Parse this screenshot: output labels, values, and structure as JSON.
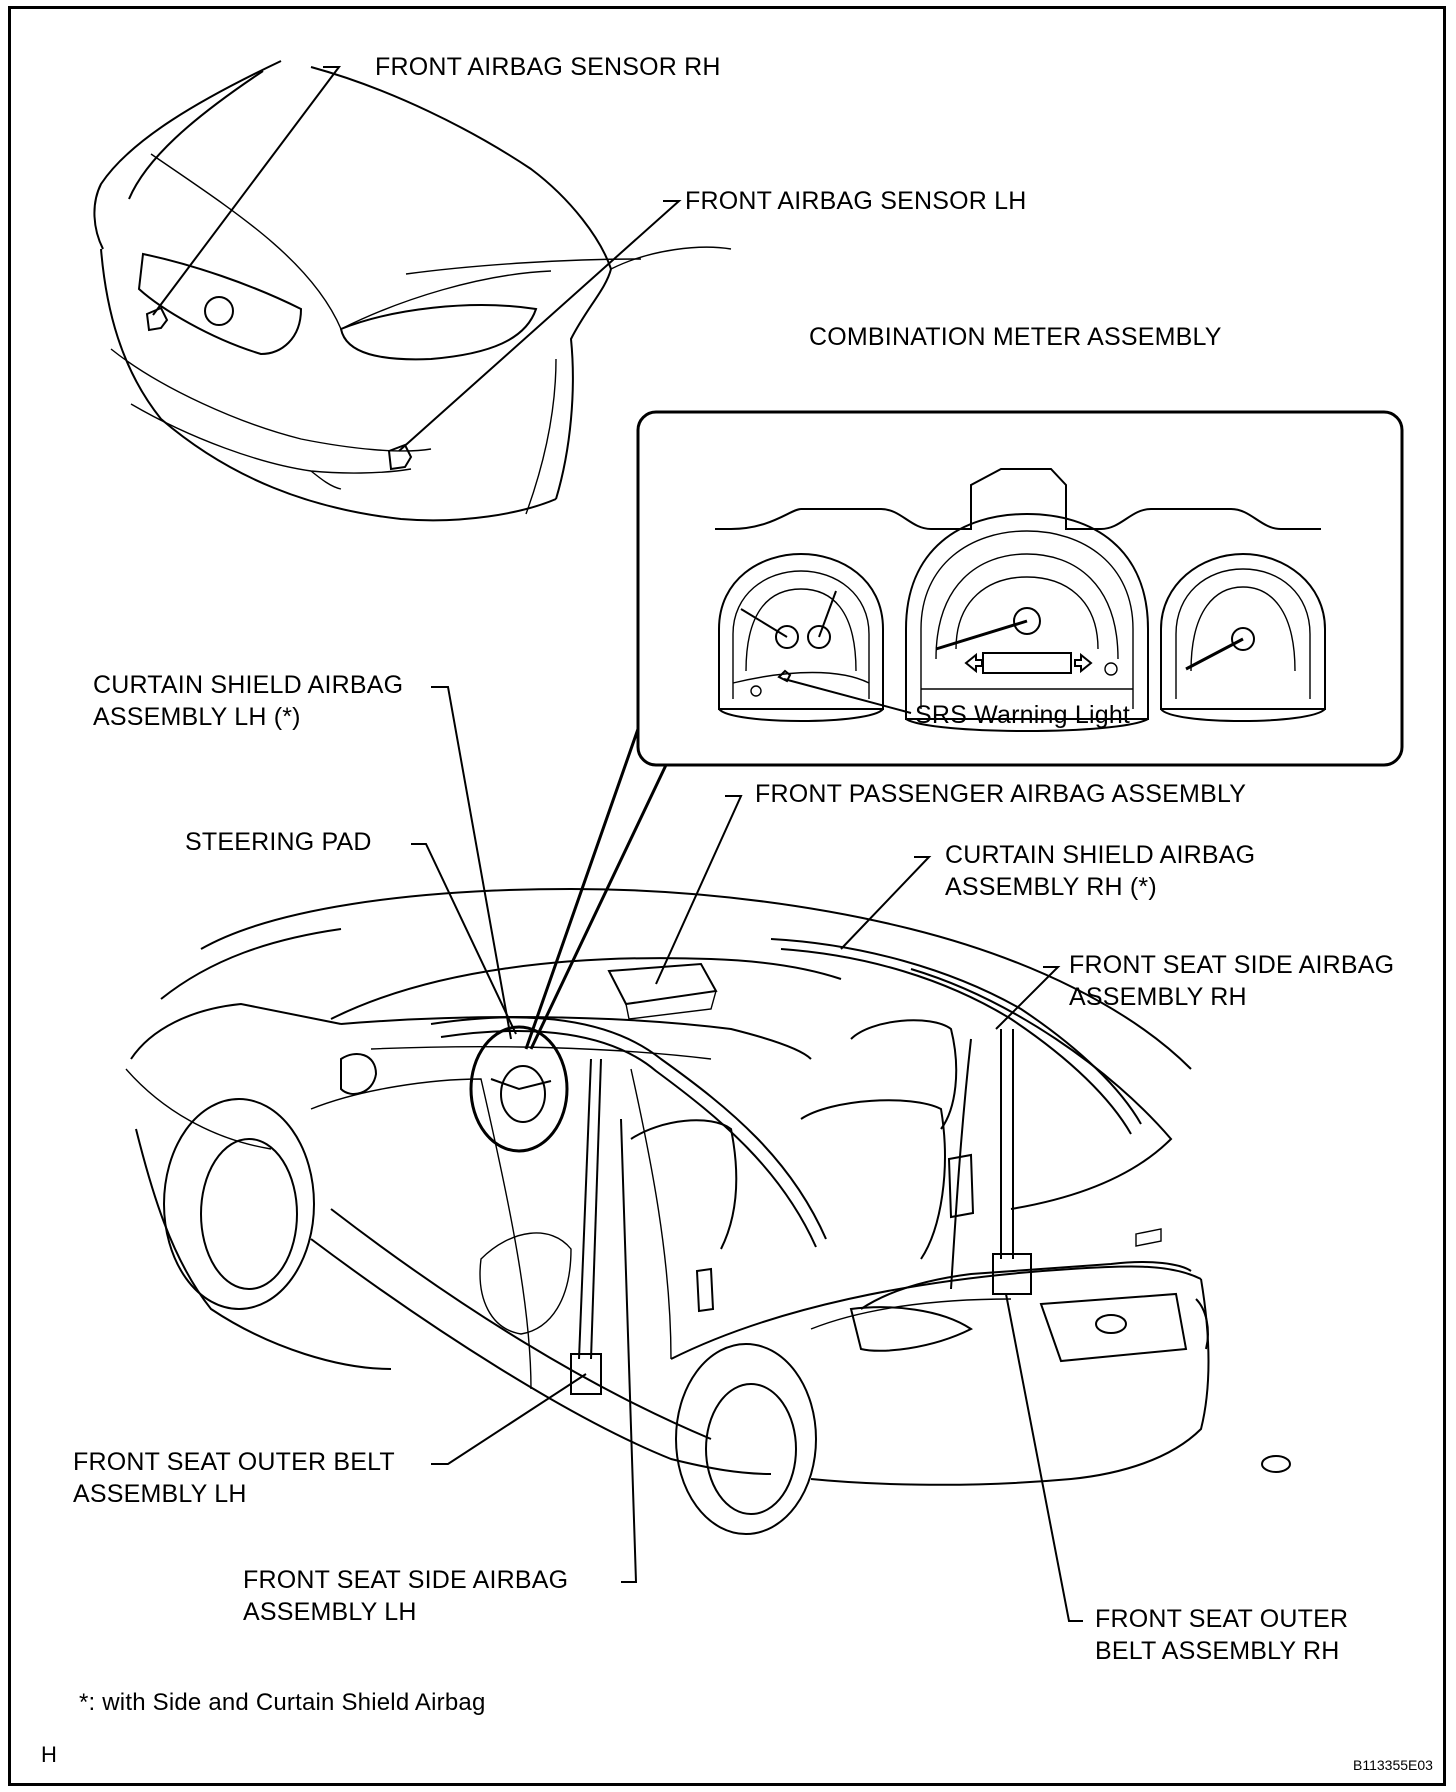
{
  "labels": {
    "front_airbag_sensor_rh": "FRONT AIRBAG SENSOR RH",
    "front_airbag_sensor_lh": "FRONT AIRBAG SENSOR LH",
    "combination_meter_assembly": "COMBINATION METER ASSEMBLY",
    "curtain_shield_airbag_lh_line1": "CURTAIN SHIELD AIRBAG",
    "curtain_shield_airbag_lh_line2": "ASSEMBLY LH (*)",
    "srs_warning_light": "SRS Warning Light",
    "front_passenger_airbag_assembly": "FRONT PASSENGER AIRBAG ASSEMBLY",
    "steering_pad": "STEERING PAD",
    "curtain_shield_airbag_rh_line1": "CURTAIN SHIELD AIRBAG",
    "curtain_shield_airbag_rh_line2": "ASSEMBLY RH (*)",
    "front_seat_side_airbag_rh_line1": "FRONT SEAT SIDE AIRBAG",
    "front_seat_side_airbag_rh_line2": "ASSEMBLY RH",
    "front_seat_outer_belt_lh_line1": "FRONT SEAT OUTER BELT",
    "front_seat_outer_belt_lh_line2": "ASSEMBLY LH",
    "front_seat_side_airbag_lh_line1": "FRONT SEAT SIDE AIRBAG",
    "front_seat_side_airbag_lh_line2": "ASSEMBLY LH",
    "front_seat_outer_belt_rh_line1": "FRONT SEAT OUTER",
    "front_seat_outer_belt_rh_line2": "BELT ASSEMBLY RH"
  },
  "footnote": "*: with Side and Curtain Shield Airbag",
  "corner_letter": "H",
  "figure_code": "B113355E03"
}
